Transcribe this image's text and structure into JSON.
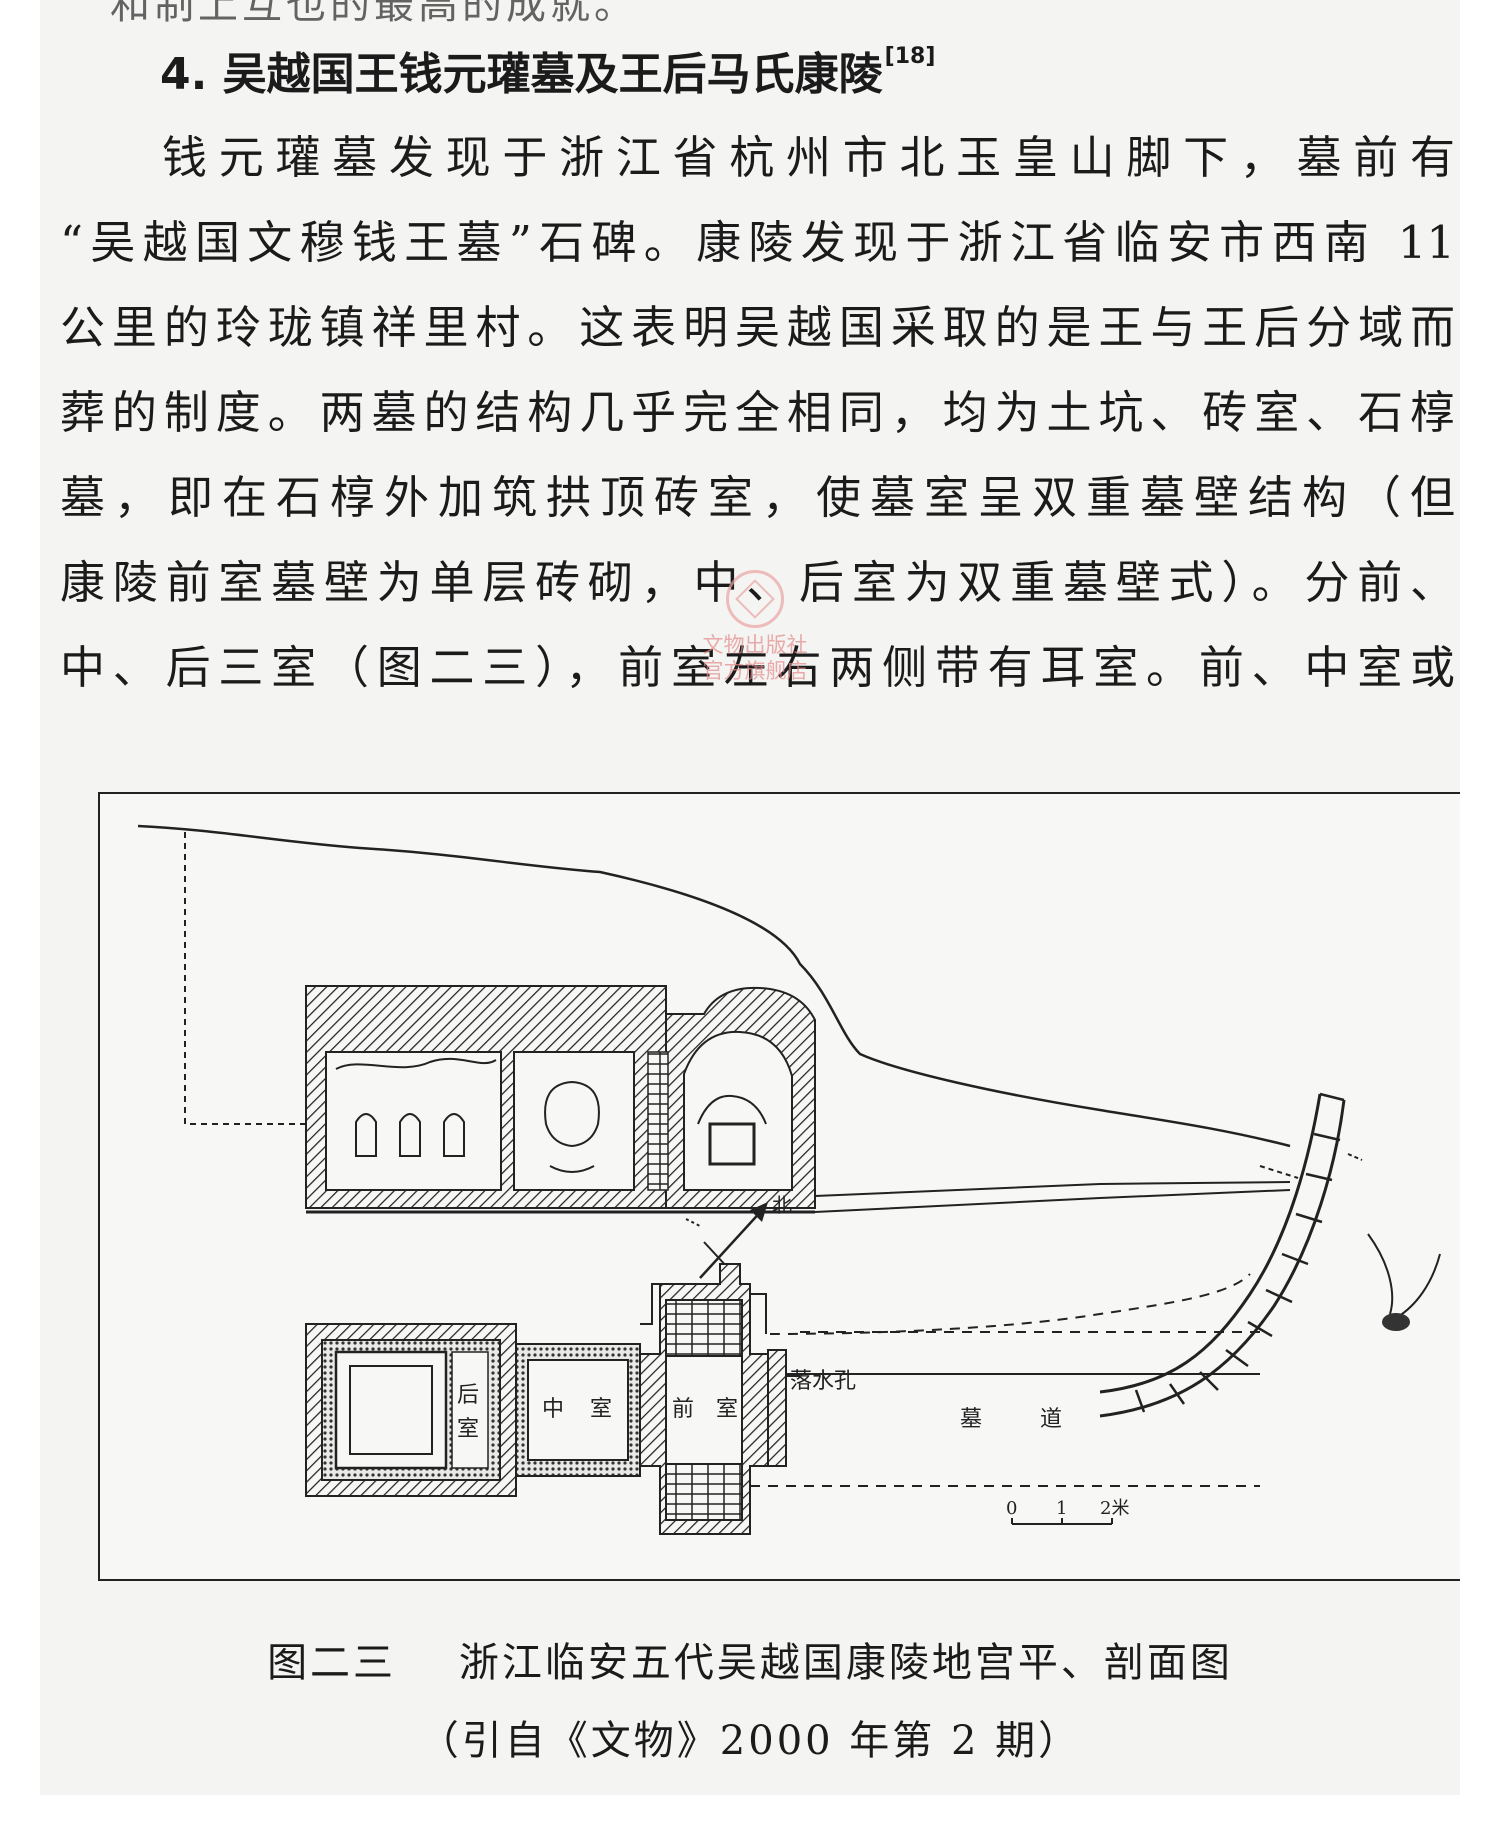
{
  "page": {
    "cut_line": "和制上互也的最高的成就。",
    "heading": {
      "number": "4.",
      "title": "吴越国王钱元瓘墓及王后马氏康陵",
      "ref": "[18]"
    },
    "paragraph_lines": [
      "钱元瓘墓发现于浙江省杭州市北玉皇山脚下，墓前有",
      "“吴越国文穆钱王墓”石碑。康陵发现于浙江省临安市西南 11",
      "公里的玲珑镇祥里村。这表明吴越国采取的是王与王后分域而",
      "葬的制度。两墓的结构几乎完全相同，均为土坑、砖室、石椁",
      "墓，即在石椁外加筑拱顶砖室，使墓室呈双重墓壁结构（但",
      "康陵前室墓壁为单层砖砌，中、后室为双重墓壁式）。分前、",
      "中、后三室（图二三），前室左右两侧带有耳室。前、中室或"
    ],
    "watermark": [
      "文物出版社",
      "官方旗舰店"
    ]
  },
  "figure": {
    "labels": {
      "north": "北",
      "rear_chamber": [
        "后",
        "室"
      ],
      "middle_chamber": [
        "中",
        "室"
      ],
      "front_chamber": [
        "前",
        "室"
      ],
      "drain_hole": "落水孔",
      "passage": [
        "墓",
        "道"
      ],
      "scale": [
        "0",
        "1",
        "2米"
      ]
    },
    "caption_title": "图二三    浙江临安五代吴越国康陵地宫平、剖面图",
    "caption_source": "（引自《文物》2000 年第 2 期）"
  },
  "colors": {
    "paper": "#f4f4f3",
    "ink": "#1b1b1b",
    "watermark": "#e48a8a"
  }
}
